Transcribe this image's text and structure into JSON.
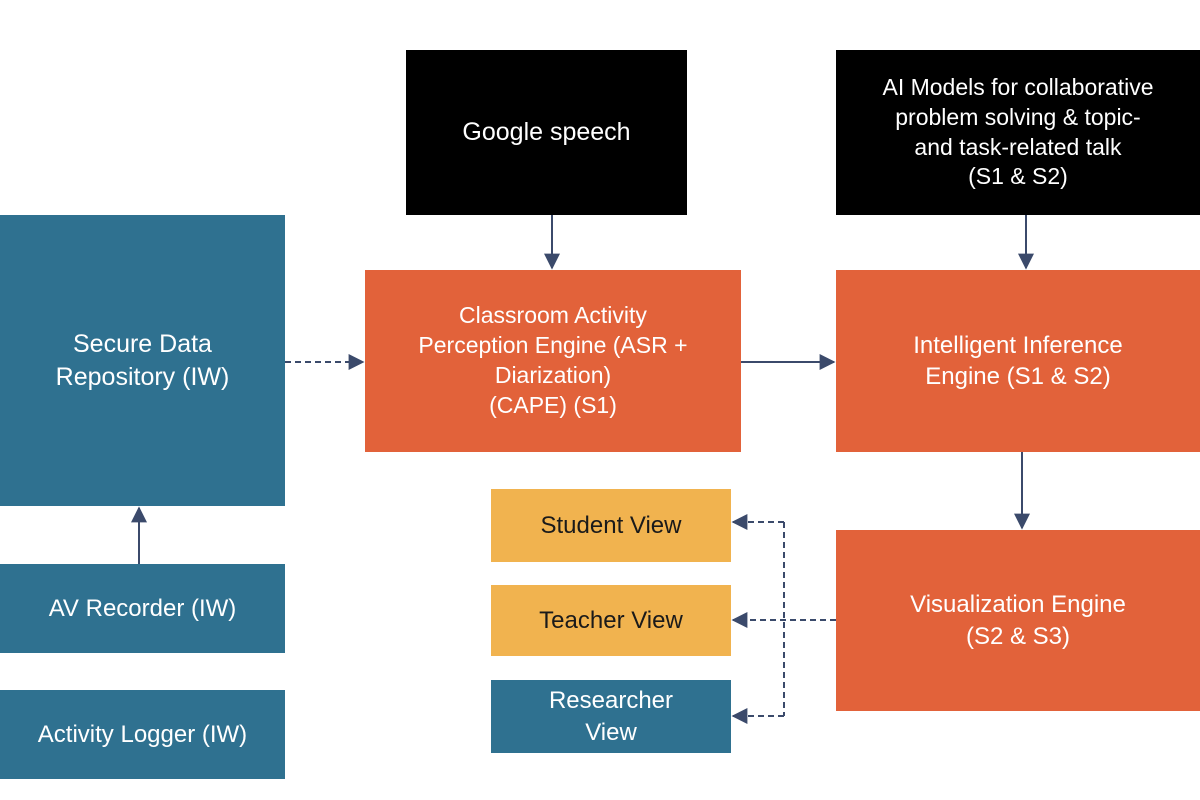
{
  "colors": {
    "blue": "#2f7190",
    "black": "#000000",
    "orange": "#e2623a",
    "yellow": "#f1b34f",
    "arrow": "#3b4a6b"
  },
  "nodes": {
    "google_speech": "Google speech",
    "ai_models": "AI Models for collaborative\nproblem solving & topic-\nand task-related talk\n(S1 & S2)",
    "secure_repo": "Secure Data\nRepository (IW)",
    "cape": "Classroom Activity\nPerception Engine (ASR +\nDiarization)\n(CAPE) (S1)",
    "inference": "Intelligent Inference\nEngine (S1 & S2)",
    "student_view": "Student View",
    "teacher_view": "Teacher View",
    "researcher_view": "Researcher\nView",
    "visualization": "Visualization Engine\n(S2 & S3)",
    "av_recorder": "AV Recorder (IW)",
    "activity_logger": "Activity Logger (IW)"
  }
}
